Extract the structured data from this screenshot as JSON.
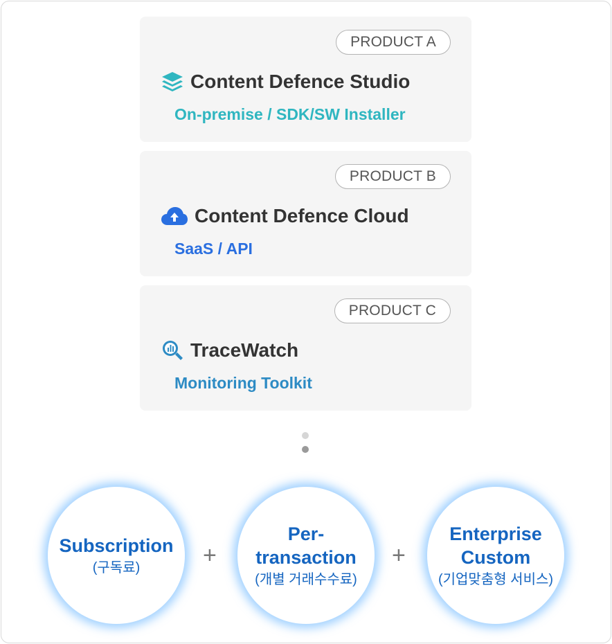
{
  "products": [
    {
      "badge": "PRODUCT A",
      "title": "Content Defence Studio",
      "subtitle": "On-premise / SDK/SW Installer",
      "icon": "layers-icon",
      "accent": "#2fb6c0"
    },
    {
      "badge": "PRODUCT B",
      "title": "Content Defence Cloud",
      "subtitle": "SaaS / API",
      "icon": "cloud-upload-icon",
      "accent": "#2a6fe0"
    },
    {
      "badge": "PRODUCT C",
      "title": "TraceWatch",
      "subtitle": "Monitoring Toolkit",
      "icon": "magnifier-chart-icon",
      "accent": "#2d8bc4"
    }
  ],
  "pricing": [
    {
      "main1": "Subscription",
      "main2": "",
      "sub": "(구독료)"
    },
    {
      "main1": "Per-",
      "main2": "transaction",
      "sub": "(개별 거래수수료)"
    },
    {
      "main1": "Enterprise",
      "main2": "Custom",
      "sub": "(기업맞춤형 서비스)"
    }
  ],
  "plus_symbol": "+",
  "colors": {
    "card_bg": "#f5f5f5",
    "pricing_text": "#1565c0",
    "glow": "#50aaff"
  }
}
